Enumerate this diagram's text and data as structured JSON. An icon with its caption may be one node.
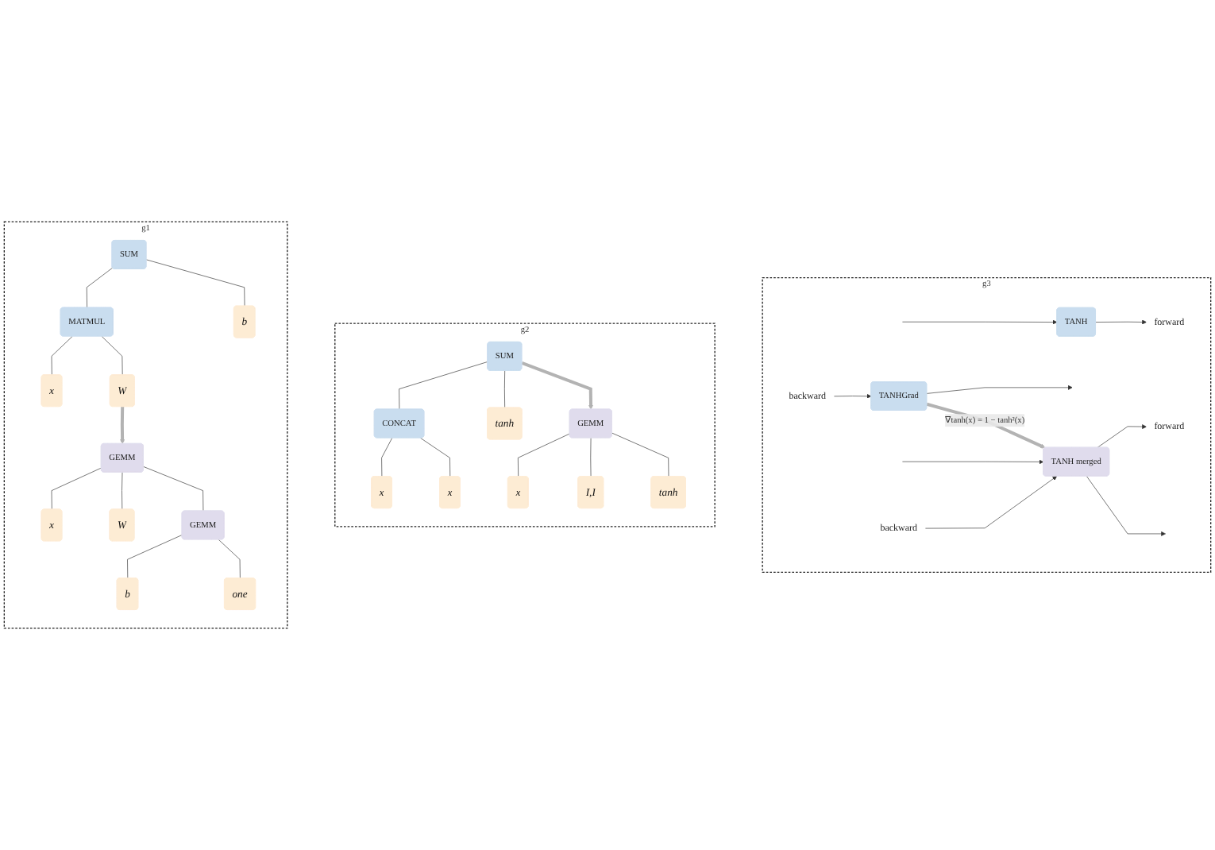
{
  "diagram": {
    "nodes": [
      {
        "text": [
          "g1"
        ]
      },
      {
        "text": [
          "SUM"
        ],
        "in": 0
      },
      {
        "text": [
          "MATMUL"
        ],
        "in": 0
      },
      {
        "text": [
          "x"
        ],
        "in": 0
      },
      {
        "text": [
          "W"
        ],
        "in": 0
      },
      {
        "text": [
          "b"
        ],
        "in": 0
      },
      {
        "text": [
          "GEMM"
        ],
        "in": 0
      },
      {
        "text": [
          "x"
        ],
        "in": 0
      },
      {
        "text": [
          "W"
        ],
        "in": 0
      },
      {
        "text": [
          "GEMM"
        ],
        "in": 0
      },
      {
        "text": [
          "b"
        ],
        "in": 0
      },
      {
        "text": [
          "one"
        ],
        "in": 0
      },
      {
        "text": [
          "g2"
        ]
      },
      {
        "text": [
          "SUM"
        ],
        "in": 12
      },
      {
        "text": [
          "CONCAT"
        ],
        "in": 12
      },
      {
        "text": [
          "x"
        ],
        "in": 12
      },
      {
        "text": [
          "x"
        ],
        "in": 12
      },
      {
        "text": [
          "tanh"
        ],
        "in": 12
      },
      {
        "text": [
          "GEMM"
        ],
        "in": 12
      },
      {
        "text": [
          "x"
        ],
        "in": 12
      },
      {
        "text": [
          "I,I"
        ],
        "in": 12
      },
      {
        "text": [
          "tanh"
        ],
        "in": 12
      },
      {
        "text": [
          "g3"
        ]
      },
      {
        "text": [
          "TANH"
        ],
        "in": 22
      },
      {
        "text": [
          "forward"
        ],
        "in": 22
      },
      {
        "text": [
          "TANHGrad"
        ],
        "in": 22
      },
      {
        "text": [
          "backward"
        ],
        "in": 22
      },
      {
        "text": [
          "TANH merged"
        ],
        "in": 22
      },
      {
        "text": [
          "forward"
        ],
        "in": 22
      },
      {
        "text": [
          "backward"
        ],
        "in": 22
      }
    ],
    "edges": [
      {
        "from": 1,
        "to": 2,
        "arrow": "none"
      },
      {
        "from": 1,
        "to": 5,
        "arrow": "none"
      },
      {
        "from": 2,
        "to": 3,
        "arrow": "none"
      },
      {
        "from": 2,
        "to": 4,
        "arrow": "none"
      },
      {
        "from": 4,
        "to": 6,
        "arrow": "to",
        "style": "thick",
        "color": "#b3b3b3"
      },
      {
        "from": 6,
        "to": 7,
        "arrow": "none"
      },
      {
        "from": 6,
        "to": 8,
        "arrow": "none"
      },
      {
        "from": 6,
        "to": 9,
        "arrow": "none"
      },
      {
        "from": 9,
        "to": 10,
        "arrow": "none"
      },
      {
        "from": 9,
        "to": 11,
        "arrow": "none"
      },
      {
        "from": 13,
        "to": 14,
        "arrow": "none"
      },
      {
        "from": 13,
        "to": 17,
        "arrow": "none"
      },
      {
        "from": 14,
        "to": 15,
        "arrow": "none"
      },
      {
        "from": 14,
        "to": 16,
        "arrow": "none"
      },
      {
        "from": 13,
        "to": 18,
        "arrow": "to",
        "style": "thick",
        "color": "#b3b3b3"
      },
      {
        "from": 18,
        "to": 19,
        "arrow": "none"
      },
      {
        "from": 18,
        "to": 20,
        "arrow": "none"
      },
      {
        "from": 18,
        "to": 21,
        "arrow": "none"
      },
      {
        "from": null,
        "to": 23,
        "arrow": "to"
      },
      {
        "from": 23,
        "to": 24,
        "arrow": "to"
      },
      {
        "from": 26,
        "to": 25,
        "arrow": "to"
      },
      {
        "from": 25,
        "to": null,
        "arrow": "to"
      },
      {
        "from": 25,
        "to": 27,
        "arrow": "to",
        "style": "thick",
        "color": "#b3b3b3",
        "label": "∇tanh(x) = 1 − tanh²(x)"
      },
      {
        "from": null,
        "to": 27,
        "arrow": "to"
      },
      {
        "from": 27,
        "to": 28,
        "arrow": "to"
      },
      {
        "from": 29,
        "to": 27,
        "arrow": "to"
      },
      {
        "from": 27,
        "to": null,
        "arrow": "to"
      }
    ]
  }
}
